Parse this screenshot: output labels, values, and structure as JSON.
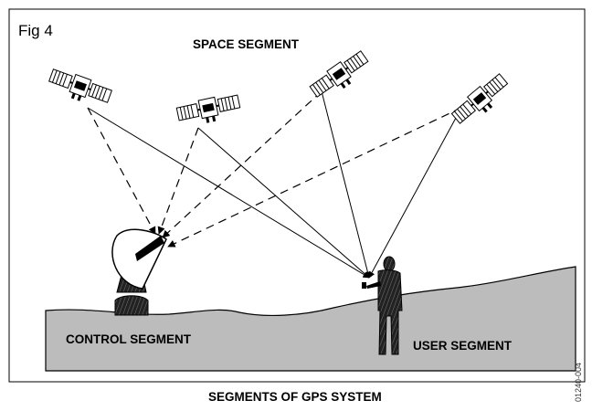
{
  "figure": {
    "label": "Fig 4",
    "caption": "SEGMENTS OF GPS SYSTEM",
    "code": "01240-004"
  },
  "segments": {
    "space": "SPACE SEGMENT",
    "control": "CONTROL SEGMENT",
    "user": "USER SEGMENT"
  },
  "satellites": [
    {
      "id": "sat-1"
    },
    {
      "id": "sat-2"
    },
    {
      "id": "sat-3"
    },
    {
      "id": "sat-4"
    }
  ],
  "links": [
    {
      "from": "sat-1",
      "to": "control",
      "style": "dashed"
    },
    {
      "from": "sat-2",
      "to": "control",
      "style": "dashed"
    },
    {
      "from": "sat-3",
      "to": "control",
      "style": "dashed"
    },
    {
      "from": "sat-4",
      "to": "control",
      "style": "dashed"
    },
    {
      "from": "sat-1",
      "to": "user",
      "style": "solid"
    },
    {
      "from": "sat-2",
      "to": "user",
      "style": "solid"
    },
    {
      "from": "sat-3",
      "to": "user",
      "style": "solid"
    },
    {
      "from": "sat-4",
      "to": "user",
      "style": "solid"
    }
  ],
  "colors": {
    "ground": "#bcbcbc",
    "ink": "#000000"
  }
}
